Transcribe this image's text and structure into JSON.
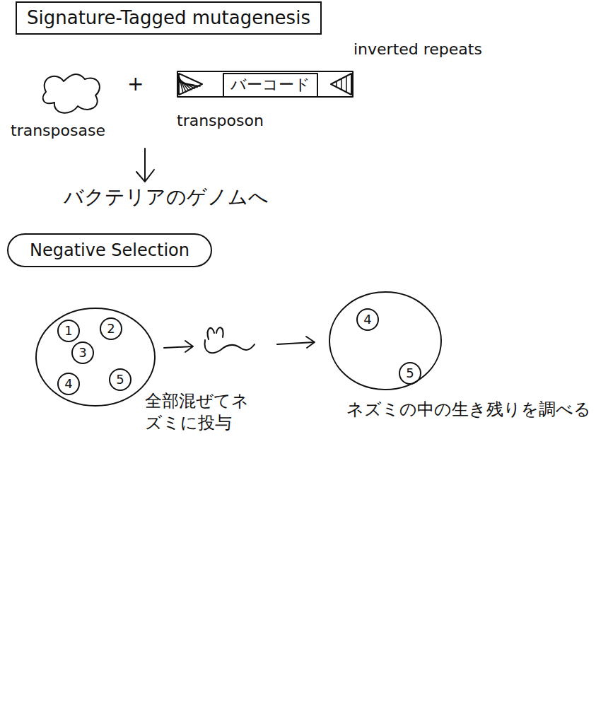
{
  "diagram": {
    "title": "Signature-Tagged mutagenesis",
    "nodes": [
      {
        "text": [
          "transposase"
        ]
      },
      {
        "text": [
          "transposon"
        ]
      },
      {
        "text": [
          "バーコード"
        ],
        "in": 1
      },
      {
        "text": [
          "Negative Selection"
        ]
      },
      {
        "text": [
          "全部混ぜてネズミに投与"
        ]
      },
      {
        "text": [
          "1"
        ],
        "in": 4
      },
      {
        "text": [
          "2"
        ],
        "in": 4
      },
      {
        "text": [
          "3"
        ],
        "in": 4
      },
      {
        "text": [
          "4"
        ],
        "in": 4
      },
      {
        "text": [
          "5"
        ],
        "in": 4
      },
      {
        "text": [
          "ネズミの中の生き残りを調べる"
        ]
      },
      {
        "text": [
          "4"
        ],
        "in": 10
      },
      {
        "text": [
          "5"
        ],
        "in": 10
      }
    ],
    "labels": [
      "inverted repeats",
      "+",
      "バクテリアのゲノムへ"
    ]
  }
}
